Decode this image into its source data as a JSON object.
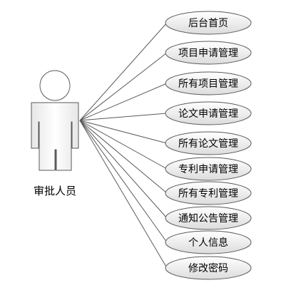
{
  "actor": {
    "name": "审批人员"
  },
  "use_cases": [
    {
      "label": "后台首页"
    },
    {
      "label": "项目申请管理"
    },
    {
      "label": "所有项目管理"
    },
    {
      "label": "论文申请管理"
    },
    {
      "label": "所有论文管理"
    },
    {
      "label": "专利申请管理"
    },
    {
      "label": "所有专利管理"
    },
    {
      "label": "通知公告管理"
    },
    {
      "label": "个人信息"
    },
    {
      "label": "修改密码"
    }
  ],
  "colors": {
    "stroke": "#5a5a5a",
    "fill_light": "#ffffff",
    "fill_dark": "#dcdcdc",
    "text": "#000000"
  }
}
